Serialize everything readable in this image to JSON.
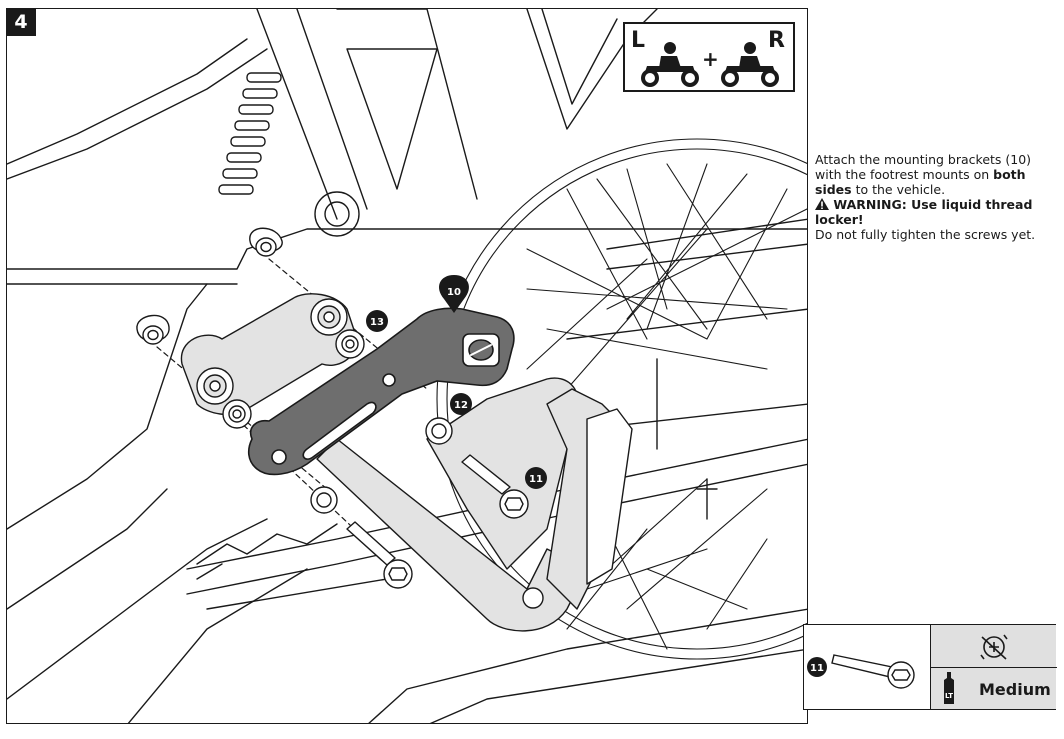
{
  "step": {
    "number": "4"
  },
  "side_indicator": {
    "left_label": "L",
    "plus": "+",
    "right_label": "R"
  },
  "callouts": {
    "bracket": "10",
    "bolt": "11",
    "washer": "12",
    "spacer": "13"
  },
  "instructions": {
    "p1_a": "Attach the mounting brackets (10) with the footrest mounts on ",
    "p1_b": "both sides",
    "p1_c": " to the vehicle.",
    "warning_icon": "warning-triangle-icon",
    "warning": "WARNING: Use liquid thread locker!",
    "p2": "Do not fully tighten the screws yet."
  },
  "legend": {
    "part_number": "11",
    "locker_label": "LT",
    "strength": "Medium"
  },
  "colors": {
    "ink": "#1a1a1a",
    "bracket_fill": "#6e6e6e",
    "part_fill": "#e3e3e3",
    "legend_bg": "#e0e0e0"
  }
}
